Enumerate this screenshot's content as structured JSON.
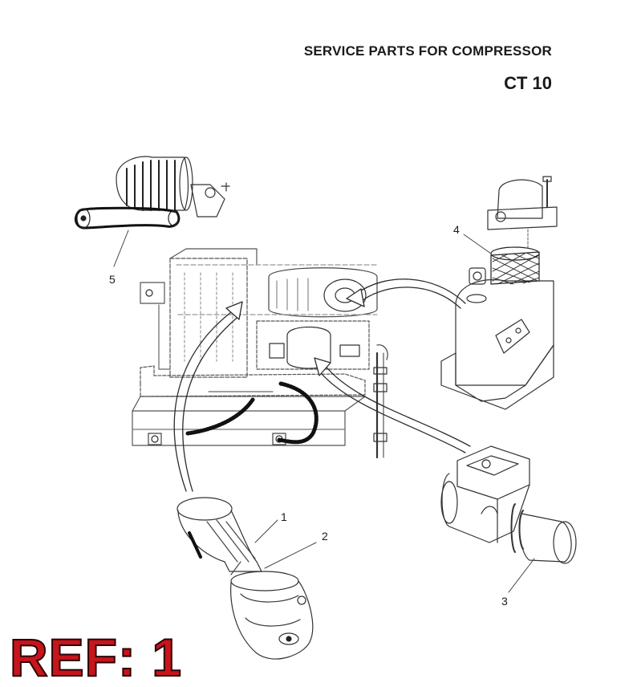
{
  "header": {
    "title": "SERVICE PARTS FOR COMPRESSOR",
    "model": "CT 10"
  },
  "callouts": [
    {
      "label": "1"
    },
    {
      "label": "2"
    },
    {
      "label": "3"
    },
    {
      "label": "4"
    },
    {
      "label": "5"
    }
  ],
  "reference": {
    "text": "REF: 1",
    "color": "#c8141b"
  }
}
